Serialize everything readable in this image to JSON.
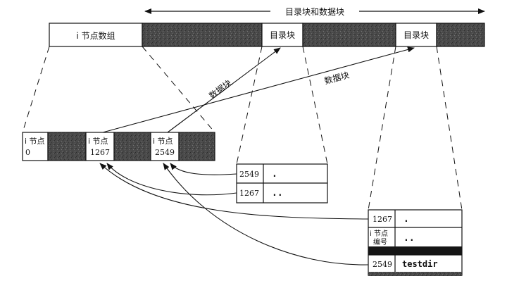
{
  "header": {
    "span_label": "目录块和数据块"
  },
  "disk_bar": {
    "inode_array_label": "i 节点数组",
    "dir_block_1_label": "目录块",
    "dir_block_2_label": "目录块"
  },
  "arrows": {
    "data_block_1_label": "数据块",
    "data_block_2_label": "数据块"
  },
  "inode_row": {
    "inode_0": {
      "line1": "i 节点",
      "line2": "0"
    },
    "inode_1267": {
      "line1": "i 节点",
      "line2": "1267"
    },
    "inode_2549": {
      "line1": "i 节点",
      "line2": "2549"
    }
  },
  "dir_table_1": {
    "rows": [
      {
        "inode": "2549",
        "name": "."
      },
      {
        "inode": "1267",
        "name": ".."
      }
    ]
  },
  "dir_table_2": {
    "rows": [
      {
        "inode": "1267",
        "name": "."
      },
      {
        "inode_line1": "i 节点",
        "inode_line2": "编号",
        "name": ".."
      },
      {
        "inode": "2549",
        "name": "testdir"
      }
    ]
  },
  "colors": {
    "line": "#111111",
    "shade": "#4a4a4a",
    "dark_band": "#151515",
    "box_fill": "#ffffff"
  }
}
